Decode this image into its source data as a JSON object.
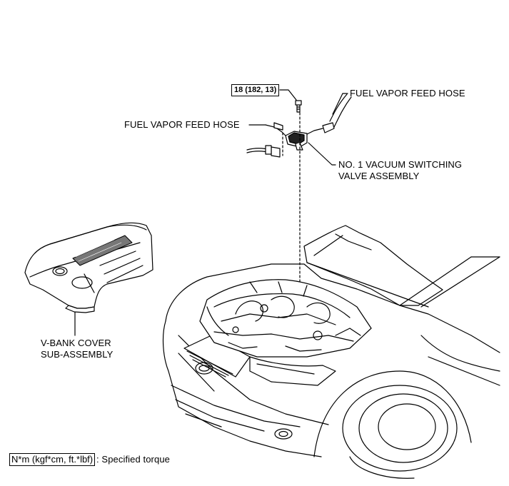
{
  "labels": {
    "torque_box": "18 (182, 13)",
    "fuel_hose_right": "FUEL VAPOR FEED HOSE",
    "fuel_hose_left": "FUEL VAPOR FEED HOSE",
    "vsv_line1": "NO. 1 VACUUM SWITCHING",
    "vsv_line2": "VALVE ASSEMBLY",
    "vbank_line1": "V-BANK COVER",
    "vbank_line2": "SUB-ASSEMBLY"
  },
  "legend": {
    "unit_box": "N*m (kgf*cm, ft.*lbf)",
    "description": ": Specified torque"
  }
}
